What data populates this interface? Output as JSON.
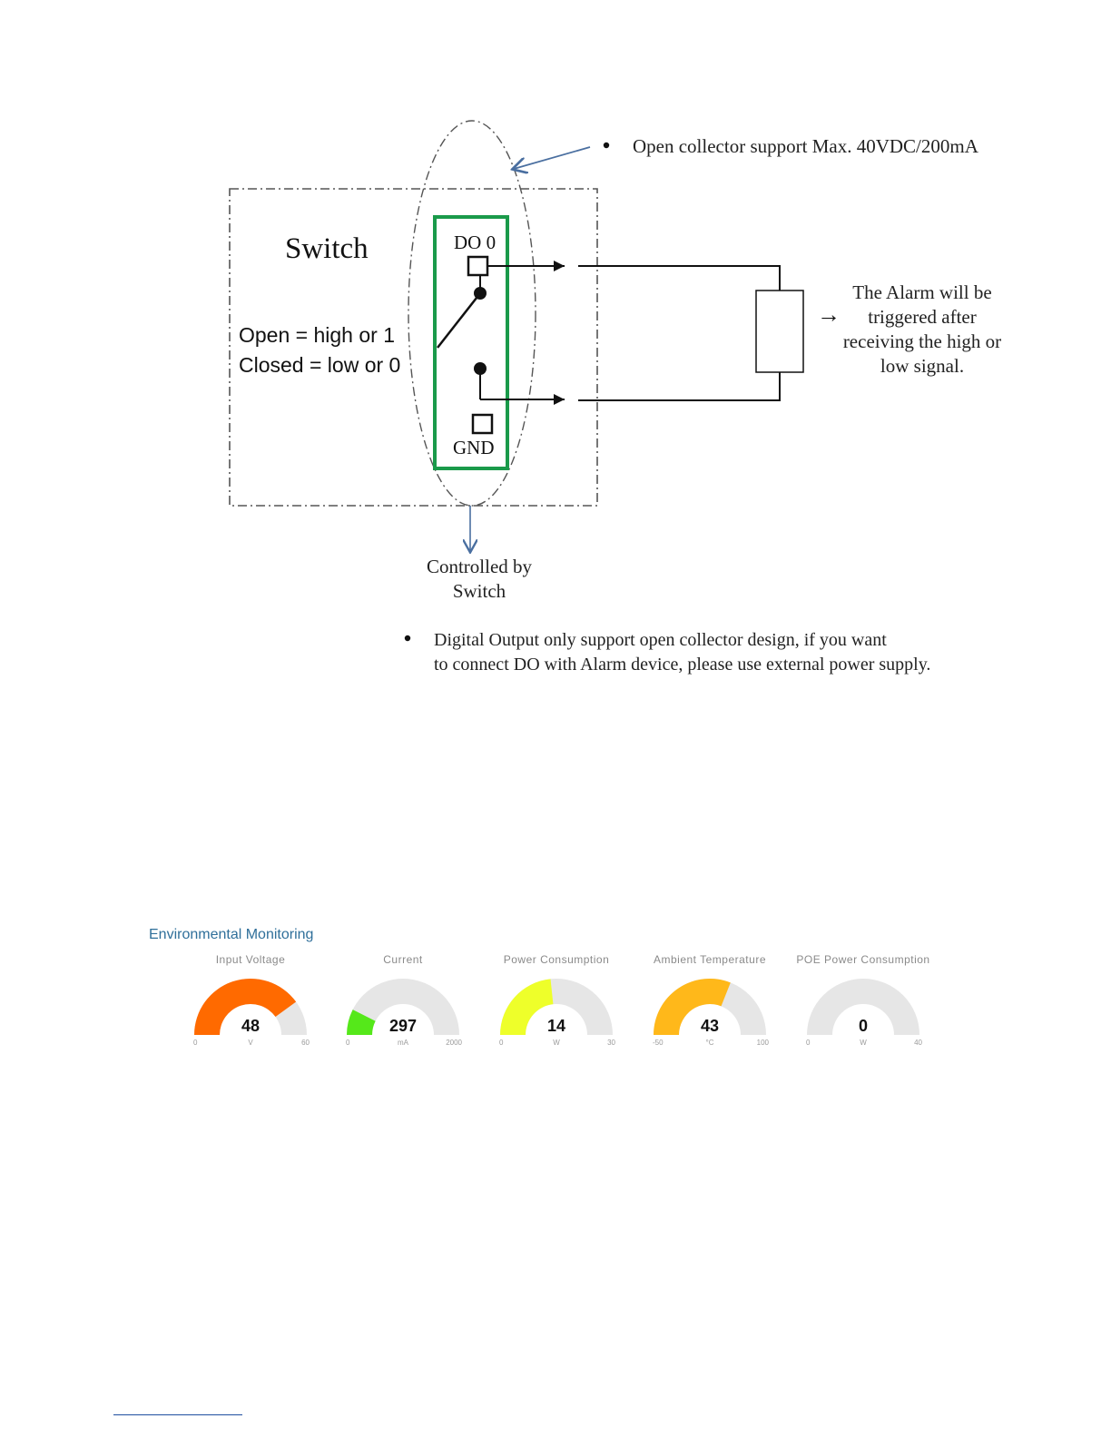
{
  "diagram": {
    "note_top": "Open collector support Max. 40VDC/200mA",
    "switch_label": "Switch",
    "state_open": "Open = high or 1",
    "state_closed": "Closed = low or 0",
    "do_label": "DO 0",
    "gnd_label": "GND",
    "alarm_text": [
      "The Alarm will be",
      "triggered after",
      "receiving the high or",
      "low signal."
    ],
    "arrow_glyph": "→",
    "controlled_text": [
      "Controlled by",
      "Switch"
    ],
    "note_bottom": [
      "Digital Output only support open collector design, if you want",
      "to connect DO with Alarm  device, please use external power supply."
    ],
    "colors": {
      "terminal_box": "#1a9a4a",
      "arrow": "#4a6fa0",
      "line": "#111111",
      "dashed": "#555555"
    }
  },
  "env": {
    "title": "Environmental Monitoring",
    "gauges": [
      {
        "label": "Input Voltage",
        "value": 48,
        "value_text": "48",
        "min": 0,
        "max": 60,
        "min_text": "0",
        "max_text": "60",
        "unit": "V",
        "color": "#ff6a00"
      },
      {
        "label": "Current",
        "value": 297,
        "value_text": "297",
        "min": 0,
        "max": 2000,
        "min_text": "0",
        "max_text": "2000",
        "unit": "mA",
        "color": "#55e81a"
      },
      {
        "label": "Power Consumption",
        "value": 14,
        "value_text": "14",
        "min": 0,
        "max": 30,
        "min_text": "0",
        "max_text": "30",
        "unit": "W",
        "color": "#eeff2a"
      },
      {
        "label": "Ambient Temperature",
        "value": 43,
        "value_text": "43",
        "min": -50,
        "max": 100,
        "min_text": "-50",
        "max_text": "100",
        "unit": "°C",
        "color": "#ffb81a"
      },
      {
        "label": "POE Power Consumption",
        "value": 0,
        "value_text": "0",
        "min": 0,
        "max": 40,
        "min_text": "0",
        "max_text": "40",
        "unit": "W",
        "color": "#e6e6e6"
      }
    ],
    "track_color": "#e6e6e6"
  }
}
